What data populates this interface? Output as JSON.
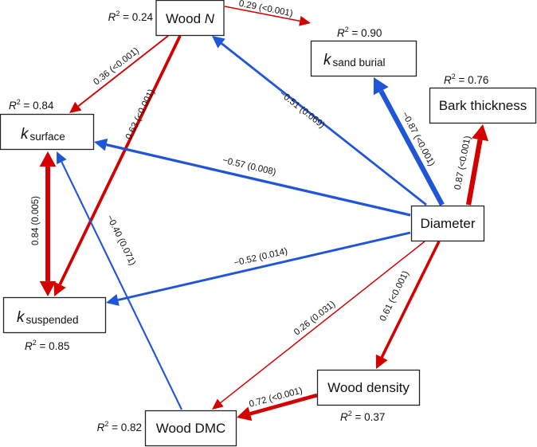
{
  "colors": {
    "positive": "#d40000",
    "negative": "#1f55d6",
    "box_border": "#222222",
    "text": "#111111"
  },
  "nodes": {
    "wood_n": {
      "label": "Wood ",
      "label_italic": "N",
      "r2": "0.24"
    },
    "k_sand_burial": {
      "k": "k",
      "sub": "sand burial",
      "r2": "0.90"
    },
    "bark_thickness": {
      "label": "Bark thickness",
      "r2": "0.76"
    },
    "k_surface": {
      "k": "k",
      "sub": "surface",
      "r2": "0.84"
    },
    "diameter": {
      "label": "Diameter"
    },
    "k_suspended": {
      "k": "k",
      "sub": "suspended",
      "r2": "0.85"
    },
    "wood_density": {
      "label": "Wood density",
      "r2": "0.37"
    },
    "wood_dmc": {
      "label": "Wood DMC",
      "r2": "0.82"
    }
  },
  "r2_prefix": "R",
  "r2_sup": "2",
  "r2_eq": " = ",
  "edges": [
    {
      "id": "woodn-ksand",
      "from": "Wood N",
      "to": "k sand burial",
      "coef": 0.29,
      "label": "0.29 (<0.001)",
      "sign": "positive"
    },
    {
      "id": "woodn-ksurface",
      "from": "Wood N",
      "to": "k surface",
      "coef": 0.36,
      "label": "0.36 (<0.001)",
      "sign": "positive"
    },
    {
      "id": "woodn-ksuspended",
      "from": "Wood N",
      "to": "k suspended",
      "coef": 0.63,
      "label": "0.63 (<0.001)",
      "sign": "positive"
    },
    {
      "id": "diameter-woodn",
      "from": "Diameter",
      "to": "Wood N",
      "coef": -0.51,
      "label": "−0.51 (0.069)",
      "sign": "negative"
    },
    {
      "id": "diameter-ksand",
      "from": "Diameter",
      "to": "k sand burial",
      "coef": -0.87,
      "label": "−0.87 (<0.001)",
      "sign": "negative"
    },
    {
      "id": "diameter-bark",
      "from": "Diameter",
      "to": "Bark thickness",
      "coef": 0.87,
      "label": "0.87 (<0.001)",
      "sign": "positive"
    },
    {
      "id": "diameter-ksurface",
      "from": "Diameter",
      "to": "k surface",
      "coef": -0.57,
      "label": "−0.57 (0.008)",
      "sign": "negative"
    },
    {
      "id": "diameter-ksuspended",
      "from": "Diameter",
      "to": "k suspended",
      "coef": -0.52,
      "label": "−0.52 (0.014)",
      "sign": "negative"
    },
    {
      "id": "ksurface-ksuspended",
      "from": "k surface",
      "to": "k suspended",
      "coef": 0.84,
      "label": "0.84 (0.005)",
      "sign": "positive",
      "bidirectional": true
    },
    {
      "id": "wooddmc-ksurface",
      "from": "Wood DMC",
      "to": "k surface",
      "coef": -0.4,
      "label": "−0.40 (0.071)",
      "sign": "negative"
    },
    {
      "id": "diameter-wooddmc",
      "from": "Diameter",
      "to": "Wood DMC",
      "coef": 0.26,
      "label": "0.26 (0.031)",
      "sign": "positive"
    },
    {
      "id": "diameter-wooddensity",
      "from": "Diameter",
      "to": "Wood density",
      "coef": 0.61,
      "label": "0.61 (<0.001)",
      "sign": "positive"
    },
    {
      "id": "wooddensity-wooddmc",
      "from": "Wood density",
      "to": "Wood DMC",
      "coef": 0.72,
      "label": "0.72 (<0.001)",
      "sign": "positive"
    }
  ]
}
